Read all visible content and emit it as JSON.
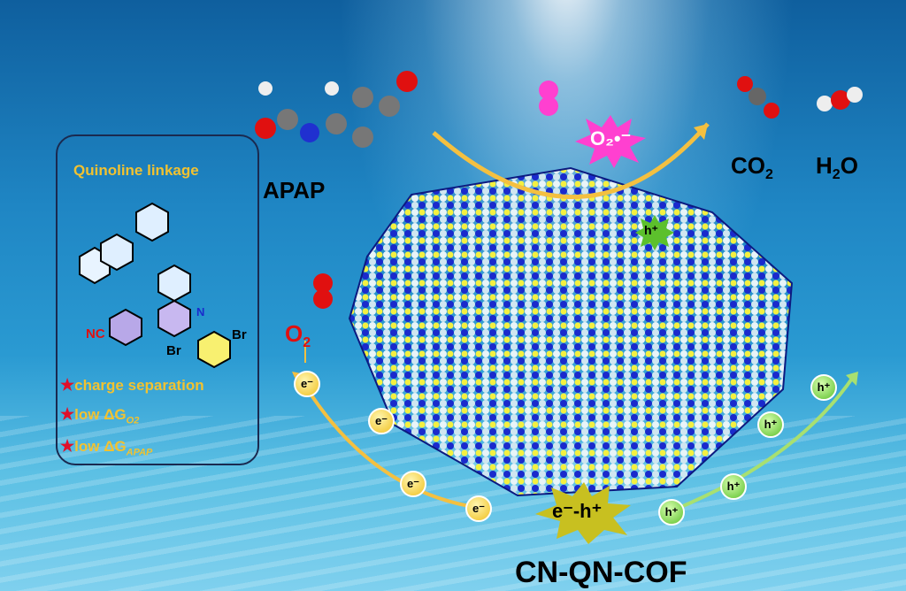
{
  "box": {
    "title": "Quinoline linkage",
    "structure": {
      "atoms_n": "N",
      "nc": "NC",
      "br": "Br"
    },
    "features": [
      {
        "text": "charge separation"
      },
      {
        "text": "low ΔG",
        "sub": "O2"
      },
      {
        "text": "low ΔG",
        "sub": "APAP"
      }
    ]
  },
  "labels": {
    "apap": "APAP",
    "co2": "CO",
    "co2_sub": "2",
    "h2o_h": "H",
    "h2o_sub": "2",
    "h2o_o": "O",
    "o2": "O",
    "o2_sub": "2",
    "superoxide": "O₂•⁻",
    "hole_top": "h⁺",
    "pair": "e⁻-h⁺",
    "cof_name": "CN-QN-COF"
  },
  "electrons": [
    "e⁻",
    "e⁻",
    "e⁻",
    "e⁻"
  ],
  "holes": [
    "h⁺",
    "h⁺",
    "h⁺",
    "h⁺"
  ],
  "colors": {
    "gold": "#f2c230",
    "red": "#e0102a",
    "magenta": "#ff40d0",
    "green": "#5cc02c",
    "blue": "#1a2acc",
    "yellow": "#f4f040"
  }
}
